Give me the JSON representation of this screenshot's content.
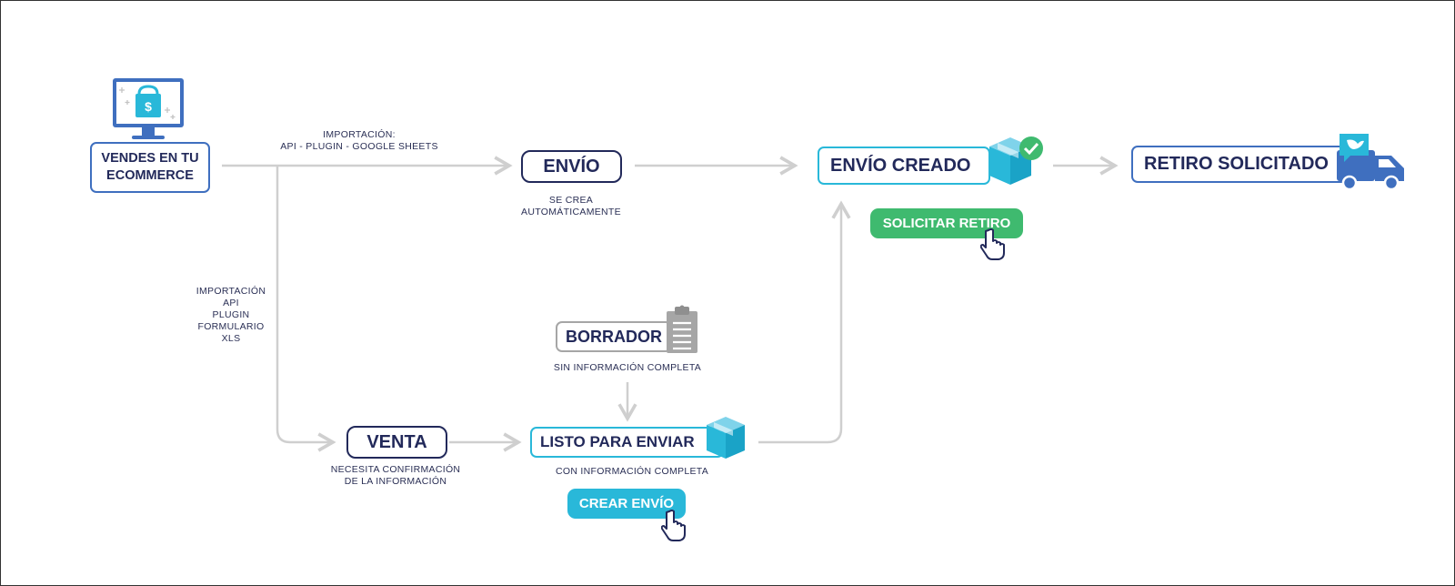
{
  "nodes": {
    "ecommerce": "VENDES EN TU\nECOMMERCE",
    "envio": "ENVÍO",
    "envio_creado": "ENVÍO CREADO",
    "retiro_solicitado": "RETIRO SOLICITADO",
    "borrador": "BORRADOR",
    "venta": "VENTA",
    "listo": "LISTO PARA ENVIAR"
  },
  "notes": {
    "import_top": "IMPORTACIÓN:\nAPI - PLUGIN - GOOGLE SHEETS",
    "se_crea": "SE CREA\nAUTOMÁTICAMENTE",
    "import_left": "IMPORTACIÓN\nAPI\nPLUGIN\nFORMULARIO\nXLS",
    "sin_info": "SIN INFORMACIÓN COMPLETA",
    "necesita": "NECESITA CONFIRMACIÓN\nDE LA INFORMACIÓN",
    "con_info": "CON INFORMACIÓN COMPLETA"
  },
  "buttons": {
    "solicitar_retiro": "SOLICITAR RETIRO",
    "crear_envio": "CREAR ENVÍO"
  },
  "icons": [
    "monitor-shop-icon",
    "box-check-icon",
    "truck-icon",
    "clipboard-icon",
    "box-icon",
    "hand-pointer-icon"
  ],
  "colors": {
    "navy": "#22295a",
    "blue": "#3f6fbf",
    "cyan": "#29b8d9",
    "green": "#3fba6f",
    "gray": "#a6a6a6",
    "arrow": "#cfcfcf"
  }
}
